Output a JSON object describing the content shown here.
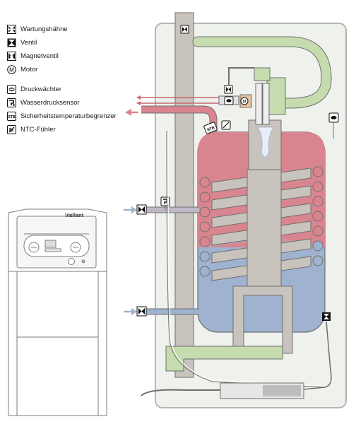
{
  "legend": {
    "items": [
      {
        "icon": "maintenance-valve-icon",
        "label": "Wartungshähne"
      },
      {
        "icon": "valve-icon",
        "label": "Ventil"
      },
      {
        "icon": "solenoid-valve-icon",
        "label": "Magnetventil"
      },
      {
        "icon": "motor-icon",
        "label": "Motor"
      },
      {
        "icon": "pressure-switch-icon",
        "label": "Druckwächter"
      },
      {
        "icon": "water-pressure-sensor-icon",
        "label": "Wasserdrucksensor"
      },
      {
        "icon": "stb-icon",
        "label": "Sicherheitstemperaturbegrenzer"
      },
      {
        "icon": "ntc-sensor-icon",
        "label": "NTC-Fühler"
      }
    ],
    "stb_symbol_text": "STB",
    "motor_symbol_text": "M"
  },
  "appliance": {
    "brand": "Vaillant"
  },
  "colors": {
    "hot": "#d9858f",
    "cold": "#9fb2cf",
    "pipe_gray": "#c9c3bd",
    "green_pipe": "#c6dcae",
    "outline": "#555555"
  }
}
